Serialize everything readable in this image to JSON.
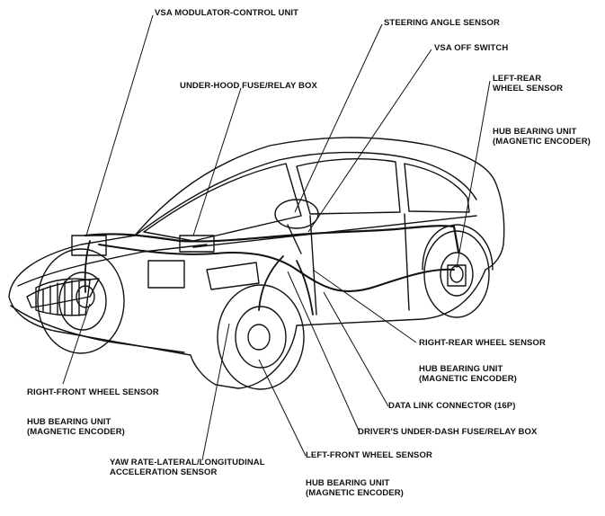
{
  "labels": {
    "vsa_modulator": "VSA MODULATOR-CONTROL UNIT",
    "under_hood_fuse": "UNDER-HOOD FUSE/RELAY BOX",
    "steering_angle": "STEERING ANGLE SENSOR",
    "vsa_off_switch": "VSA OFF SWITCH",
    "left_rear_wheel": {
      "line1": "LEFT-REAR",
      "line2": "WHEEL SENSOR"
    },
    "hub_rear_left": {
      "line1": "HUB BEARING UNIT",
      "line2": "(MAGNETIC ENCODER)"
    },
    "right_rear_wheel": "RIGHT-REAR WHEEL SENSOR",
    "hub_rear_right": {
      "line1": "HUB BEARING UNIT",
      "line2": "(MAGNETIC ENCODER)"
    },
    "data_link": "DATA LINK CONNECTOR (16P)",
    "drivers_fuse": "DRIVER'S UNDER-DASH FUSE/RELAY BOX",
    "left_front_wheel": "LEFT-FRONT WHEEL SENSOR",
    "hub_front_left": {
      "line1": "HUB BEARING UNIT",
      "line2": "(MAGNETIC ENCODER)"
    },
    "yaw_rate": {
      "line1": "YAW RATE-LATERAL/LONGITUDINAL",
      "line2": "ACCELERATION SENSOR"
    },
    "right_front_wheel": "RIGHT-FRONT WHEEL SENSOR",
    "hub_front_right": {
      "line1": "HUB BEARING UNIT",
      "line2": "(MAGNETIC ENCODER)"
    }
  }
}
